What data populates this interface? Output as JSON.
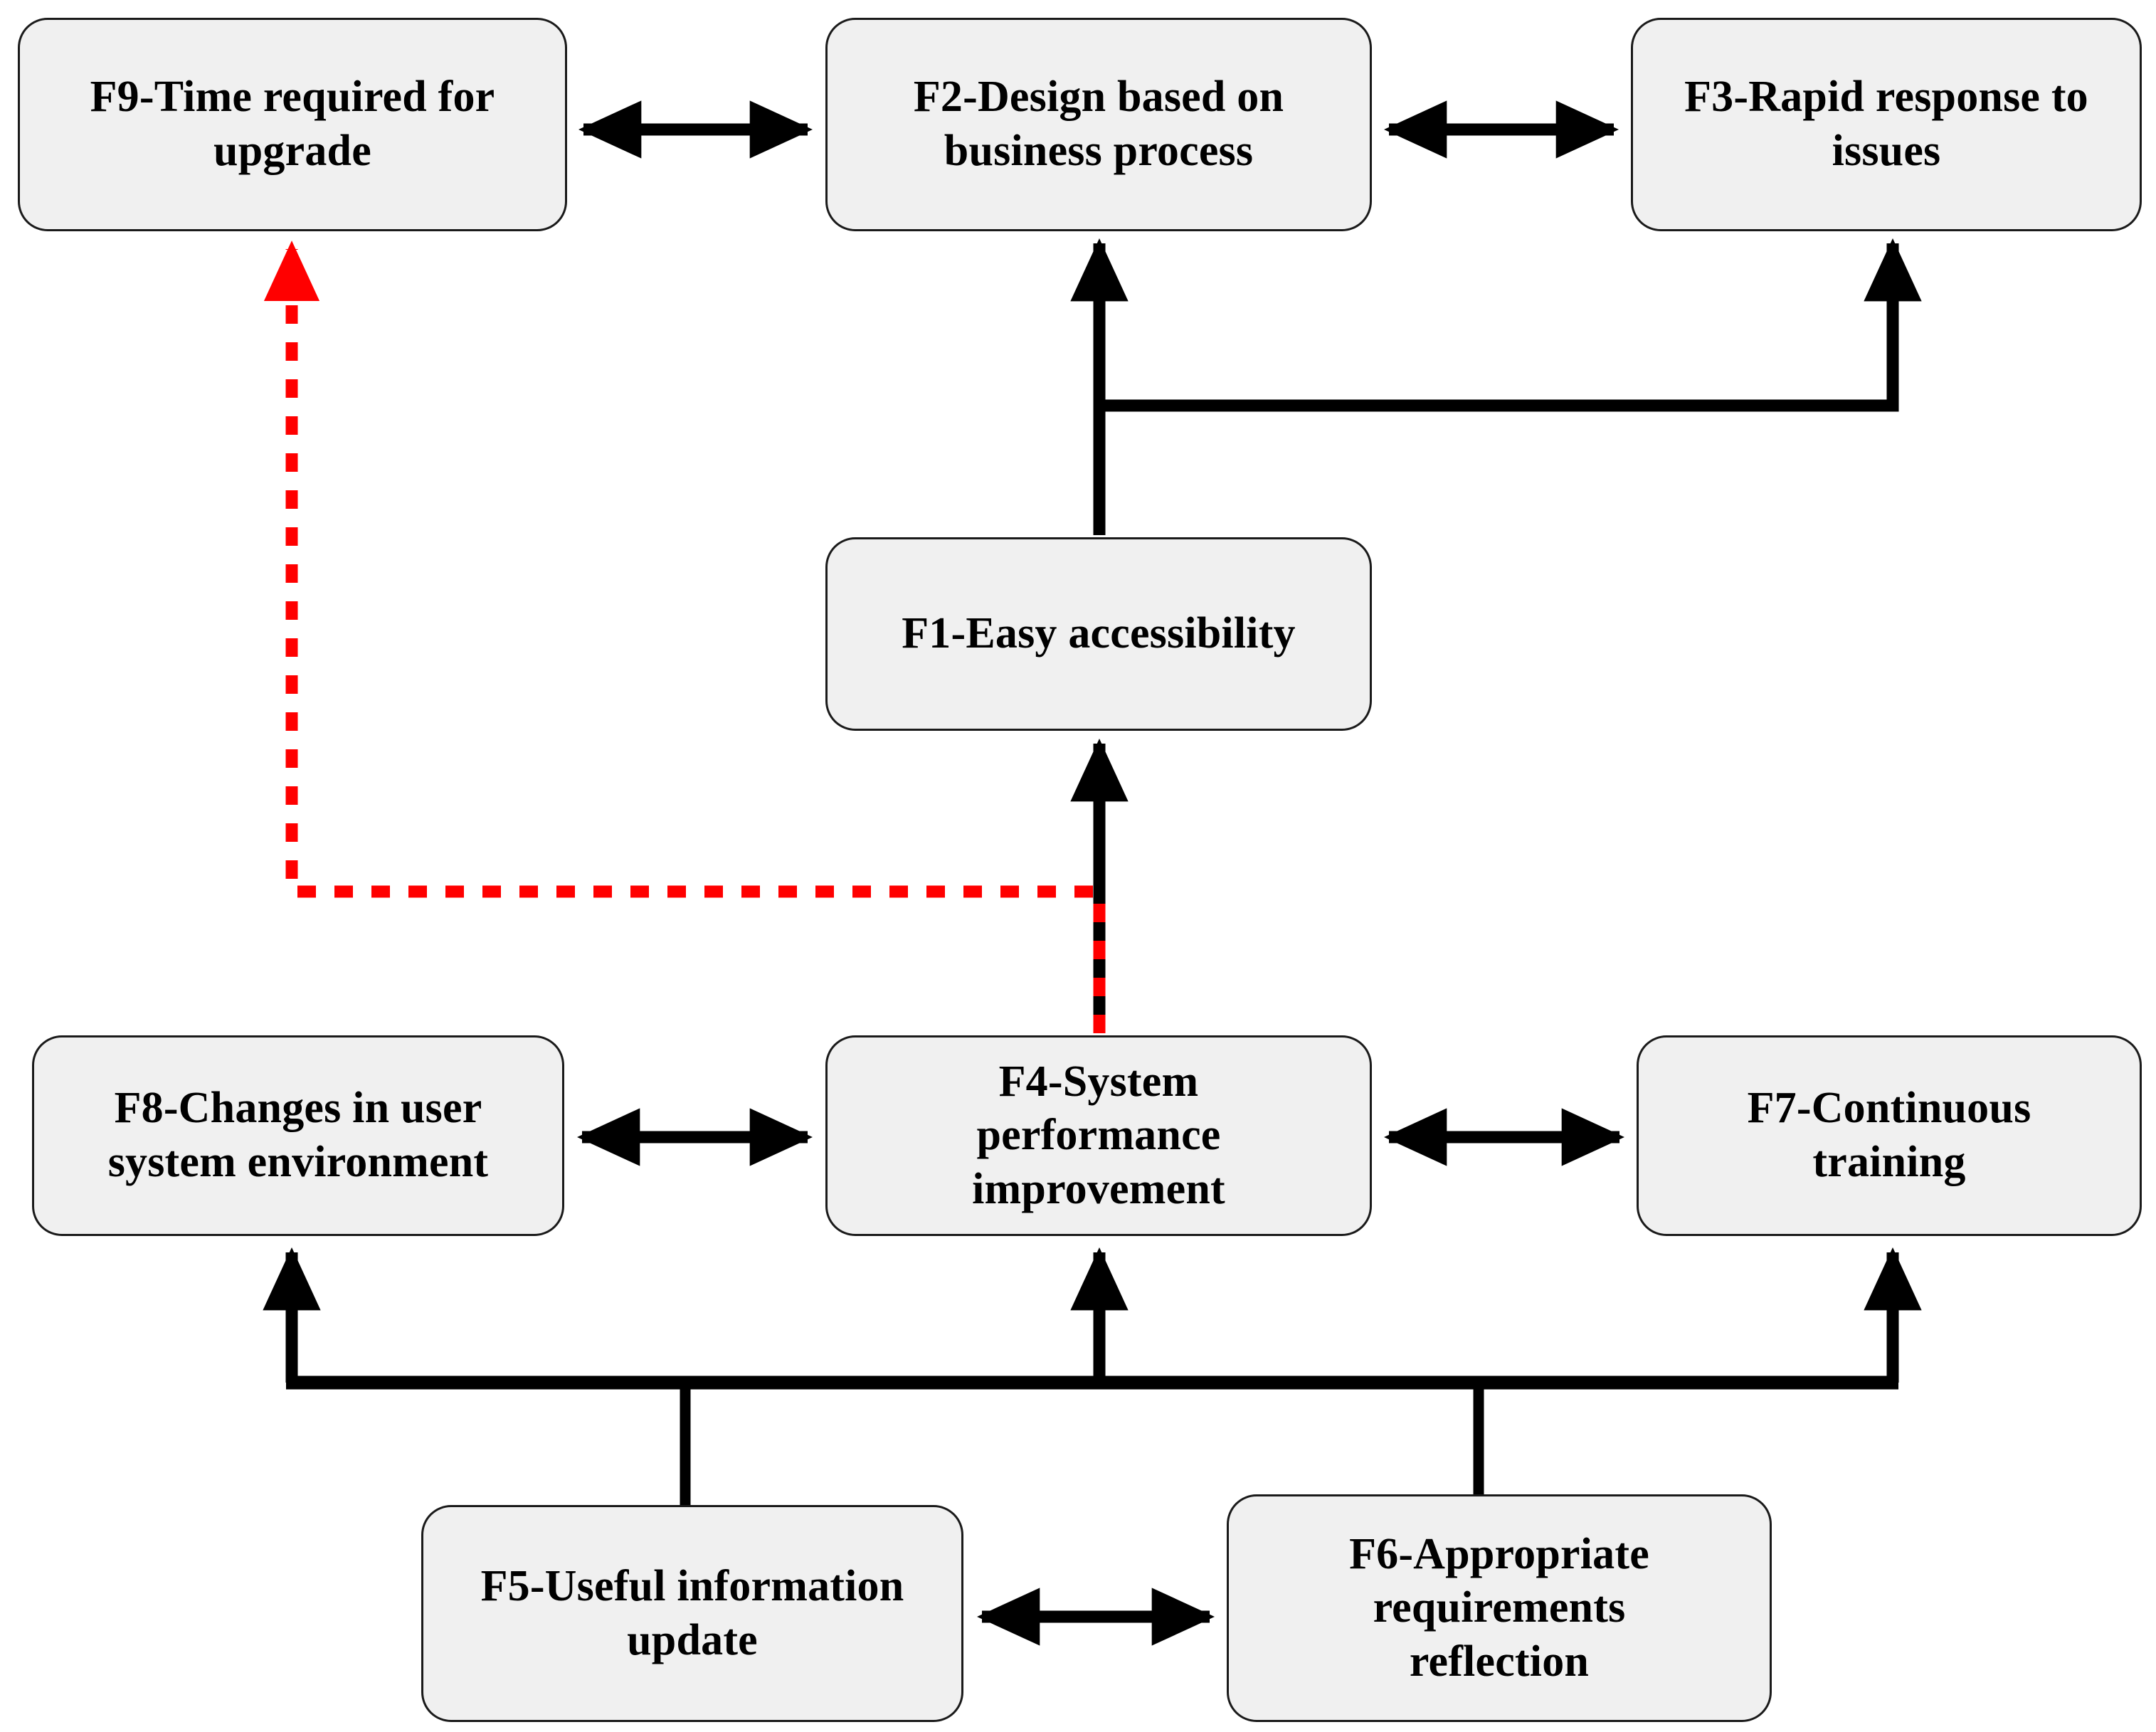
{
  "diagram": {
    "type": "node-link-relationship-diagram",
    "background_color": "#ffffff",
    "node_fill_color": "#f0f0f0",
    "node_border_color": "#1a1a1a",
    "solid_edge_color": "#000000",
    "dashed_edge_color": "#ff0000",
    "nodes": [
      {
        "id": "F9",
        "label": "F9-Time required for\nupgrade",
        "row": "top",
        "column": "left"
      },
      {
        "id": "F2",
        "label": "F2-Design based on\nbusiness process",
        "row": "top",
        "column": "center"
      },
      {
        "id": "F3",
        "label": "F3-Rapid response to\nissues",
        "row": "top",
        "column": "right"
      },
      {
        "id": "F1",
        "label": "F1-Easy accessibility",
        "row": "second",
        "column": "center"
      },
      {
        "id": "F8",
        "label": "F8-Changes in user\nsystem environment",
        "row": "third",
        "column": "left"
      },
      {
        "id": "F4",
        "label": "F4-System\nperformance\nimprovement",
        "row": "third",
        "column": "center"
      },
      {
        "id": "F7",
        "label": "F7-Continuous\ntraining",
        "row": "third",
        "column": "right"
      },
      {
        "id": "F5",
        "label": "F5-Useful information\nupdate",
        "row": "bottom",
        "column": "left-center"
      },
      {
        "id": "F6",
        "label": "F6-Appropriate\nrequirements\nreflection",
        "row": "bottom",
        "column": "right-center"
      }
    ],
    "edges": [
      {
        "from": "F9",
        "to": "F2",
        "style": "solid",
        "arrows": "both",
        "color": "#000000",
        "orientation": "horizontal"
      },
      {
        "from": "F2",
        "to": "F3",
        "style": "solid",
        "arrows": "both",
        "color": "#000000",
        "orientation": "horizontal"
      },
      {
        "from": "F1",
        "to": "F2",
        "style": "solid",
        "arrows": "single",
        "color": "#000000",
        "orientation": "vertical"
      },
      {
        "from": "F1",
        "to": "F3",
        "style": "solid",
        "arrows": "single",
        "color": "#000000",
        "orientation": "elbow"
      },
      {
        "from": "F4",
        "to": "F1",
        "style": "solid",
        "arrows": "single",
        "color": "#000000",
        "orientation": "vertical"
      },
      {
        "from": "F4",
        "to": "F9",
        "style": "dashed",
        "arrows": "single",
        "color": "#ff0000",
        "orientation": "elbow"
      },
      {
        "from": "F8",
        "to": "F4",
        "style": "solid",
        "arrows": "both",
        "color": "#000000",
        "orientation": "horizontal"
      },
      {
        "from": "F4",
        "to": "F7",
        "style": "solid",
        "arrows": "both",
        "color": "#000000",
        "orientation": "horizontal"
      },
      {
        "from": "F5",
        "to": "F8",
        "style": "solid",
        "arrows": "single",
        "color": "#000000",
        "orientation": "bus"
      },
      {
        "from": "F5",
        "to": "F4",
        "style": "solid",
        "arrows": "single",
        "color": "#000000",
        "orientation": "bus"
      },
      {
        "from": "F6",
        "to": "F7",
        "style": "solid",
        "arrows": "single",
        "color": "#000000",
        "orientation": "bus"
      },
      {
        "from": "F5",
        "to": "F6",
        "style": "solid",
        "arrows": "both",
        "color": "#000000",
        "orientation": "horizontal"
      }
    ]
  }
}
